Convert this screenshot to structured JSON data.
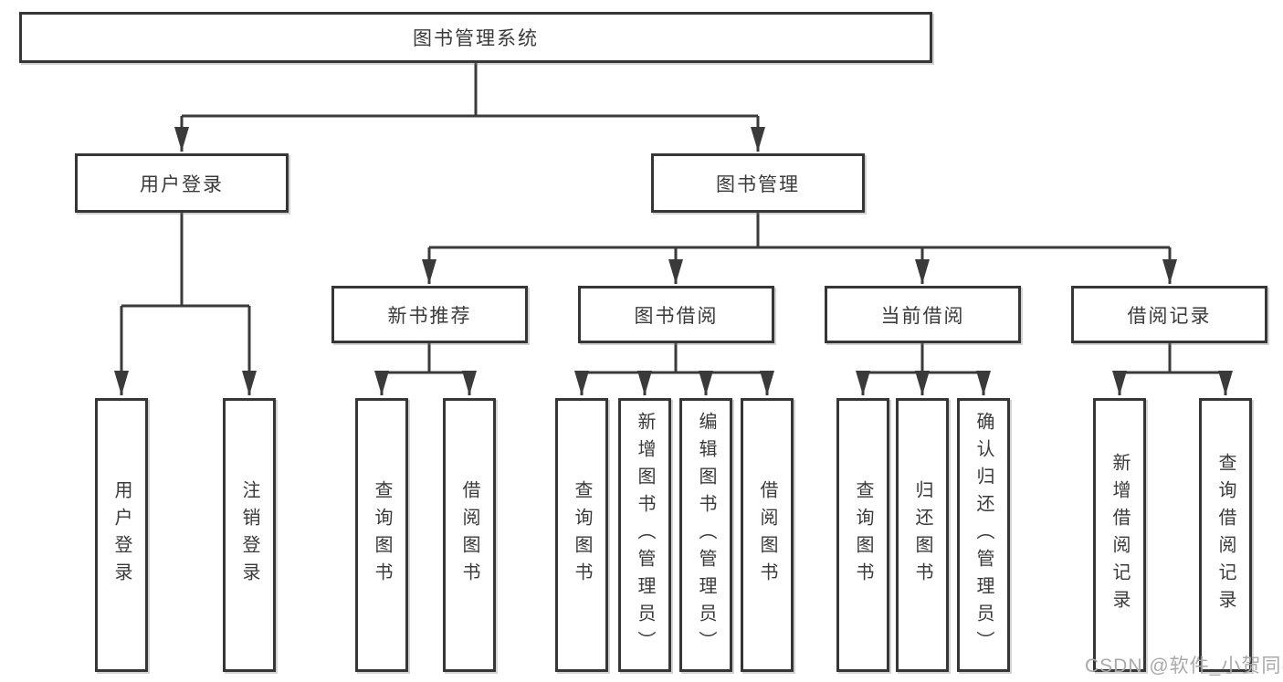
{
  "colors": {
    "line": "#3a3a3a",
    "border": "#363636",
    "text": "#3a3a3a",
    "background": "#ffffff",
    "watermark": "#a9a9a9"
  },
  "watermark": {
    "text": "CSDN @软件_小贺同学"
  },
  "tree": {
    "root": {
      "label": "图书管理系统"
    },
    "branches": [
      {
        "label": "用户登录",
        "children": [
          {
            "label": "用户登录"
          },
          {
            "label": "注销登录"
          }
        ]
      },
      {
        "label": "图书管理",
        "groups": [
          {
            "label": "新书推荐",
            "children": [
              {
                "label": "查询图书"
              },
              {
                "label": "借阅图书"
              }
            ]
          },
          {
            "label": "图书借阅",
            "children": [
              {
                "label": "查询图书"
              },
              {
                "label": "新增图书（管理员）"
              },
              {
                "label": "编辑图书（管理员）"
              },
              {
                "label": "借阅图书"
              }
            ]
          },
          {
            "label": "当前借阅",
            "children": [
              {
                "label": "查询图书"
              },
              {
                "label": "归还图书"
              },
              {
                "label": "确认归还（管理员）"
              }
            ]
          },
          {
            "label": "借阅记录",
            "children": [
              {
                "label": "新增借阅记录"
              },
              {
                "label": "查询借阅记录"
              }
            ]
          }
        ]
      }
    ]
  }
}
